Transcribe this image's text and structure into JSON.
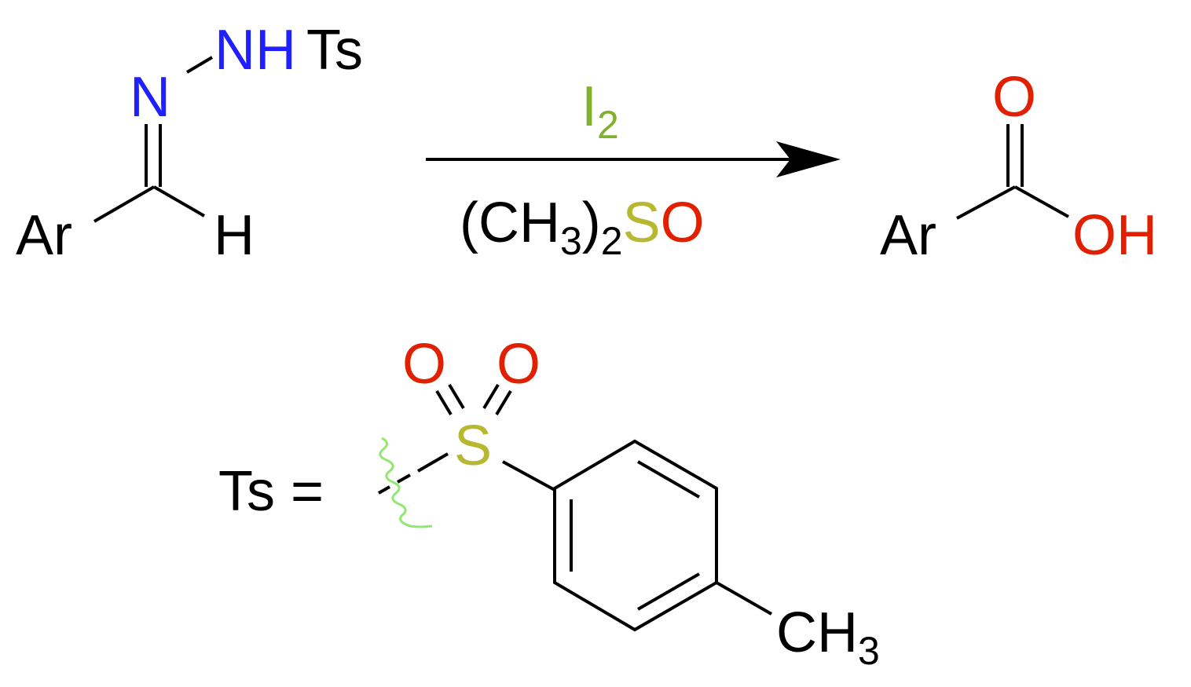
{
  "colors": {
    "black": "#000000",
    "nitrogen": "#2020ff",
    "oxygen": "#e02000",
    "sulfur": "#b8b830",
    "iodine": "#80b030",
    "attachment": "#90e870"
  },
  "reactant": {
    "nhts_nh": "NH",
    "nhts_ts": "Ts",
    "n": "N",
    "ar": "Ar",
    "h": "H"
  },
  "conditions": {
    "reagent_main": "I",
    "reagent_sub": "2",
    "solvent_open": "(CH",
    "solvent_sub3": "3",
    "solvent_close": ")",
    "solvent_sub2": "2",
    "solvent_s": "S",
    "solvent_o": "O"
  },
  "product": {
    "o": "O",
    "ar": "Ar",
    "oh": "OH"
  },
  "tosyl": {
    "label": "Ts =",
    "o_left": "O",
    "o_right": "O",
    "s": "S",
    "ch3_main": "CH",
    "ch3_sub": "3"
  }
}
